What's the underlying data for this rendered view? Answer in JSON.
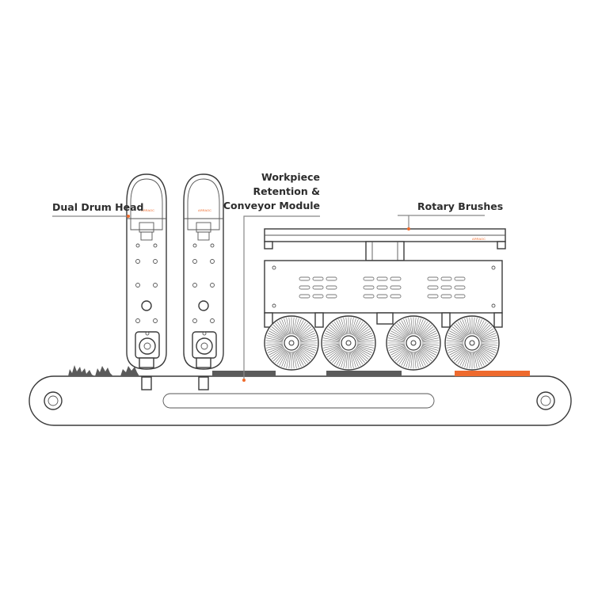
{
  "callouts": {
    "dual_drum_head": "Dual Drum Head",
    "workpiece_line1": "Workpiece",
    "workpiece_line2": "Retention &",
    "workpiece_line3": "Conveyor Module",
    "rotary_brushes": "Rotary Brushes"
  },
  "brand": {
    "head_1": "АЯЯАОС",
    "head_2": "АЯЯАОС",
    "rotary_unit": "АЯЯАОС"
  },
  "colors": {
    "accent": "#ef6a2b",
    "outline": "#3a3a3a",
    "workpiece_dark": "#5b5b5b",
    "workpiece_accent": "#ee6a2e",
    "debris": "#5a5a5a"
  }
}
